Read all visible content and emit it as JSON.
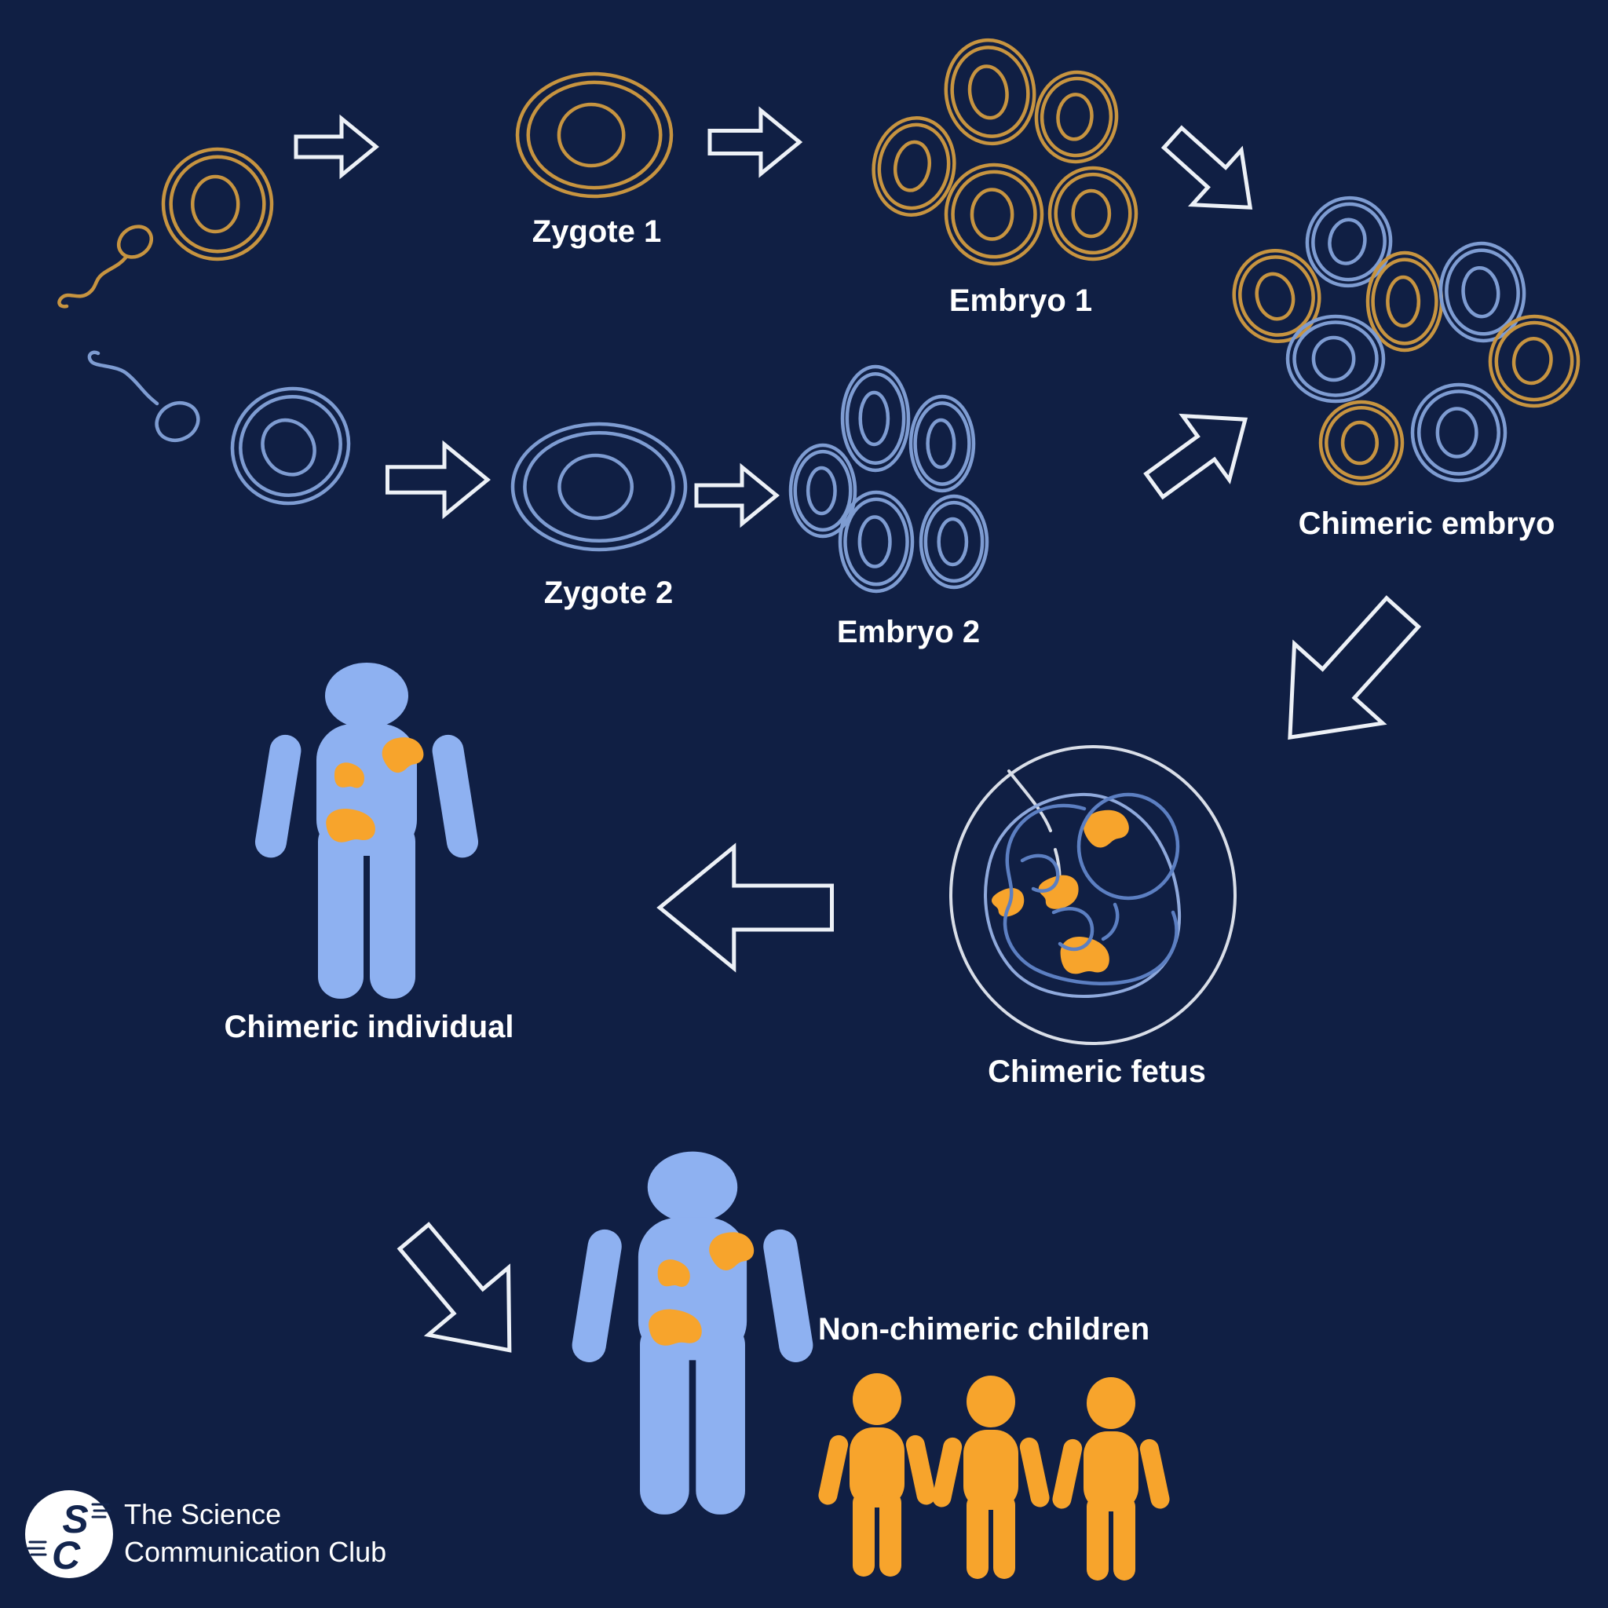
{
  "labels": {
    "zygote1": "Zygote 1",
    "embryo1": "Embryo 1",
    "chimeric_embryo": "Chimeric embryo",
    "zygote2": "Zygote 2",
    "embryo2": "Embryo 2",
    "chimeric_fetus": "Chimeric fetus",
    "chimeric_individual": "Chimeric individual",
    "non_chimeric_children": "Non-chimeric children"
  },
  "logo": {
    "line1": "The Science",
    "line2": "Communication Club",
    "monogram_top": "S",
    "monogram_bottom": "C"
  },
  "colors": {
    "background": "#101F44",
    "orange_outline": "#C79440",
    "blue_outline": "#7E9CD2",
    "arrow_outline": "#EDF1F7",
    "fetus_outline": "#D9DEE8",
    "membrane_blue": "#8FA9DC",
    "fetus_blue": "#5C7FC2",
    "person_fill": "#8EB1F1",
    "orange_fill": "#F7A42C",
    "text": "#FFFFFF",
    "logo_navy": "#13254E",
    "logo_circle": "#FFFFFF"
  }
}
